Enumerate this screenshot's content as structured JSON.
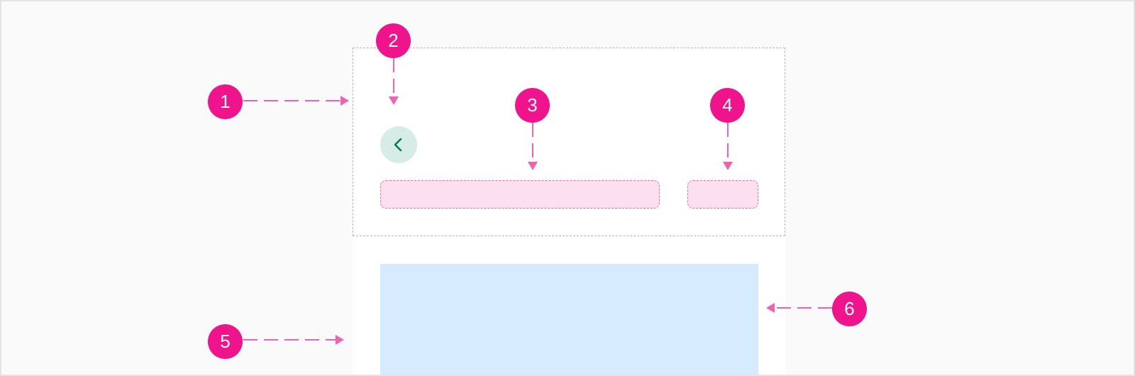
{
  "colors": {
    "canvas_background": "#fafafa",
    "page_background": "#ffffff",
    "badge": "#f0148c",
    "callout_line": "#f062b0",
    "header_region_border": "#b8b8b8",
    "placeholder_fill": "#fde0f0",
    "placeholder_border": "#f06aae",
    "back_button_fill": "#d6ece6",
    "back_icon": "#0a7a4e",
    "content_fill": "#d6ebfd"
  },
  "icons": {
    "back": "chevron-left-icon"
  },
  "callouts": [
    {
      "number": "1"
    },
    {
      "number": "2"
    },
    {
      "number": "3"
    },
    {
      "number": "4"
    },
    {
      "number": "5"
    },
    {
      "number": "6"
    }
  ]
}
